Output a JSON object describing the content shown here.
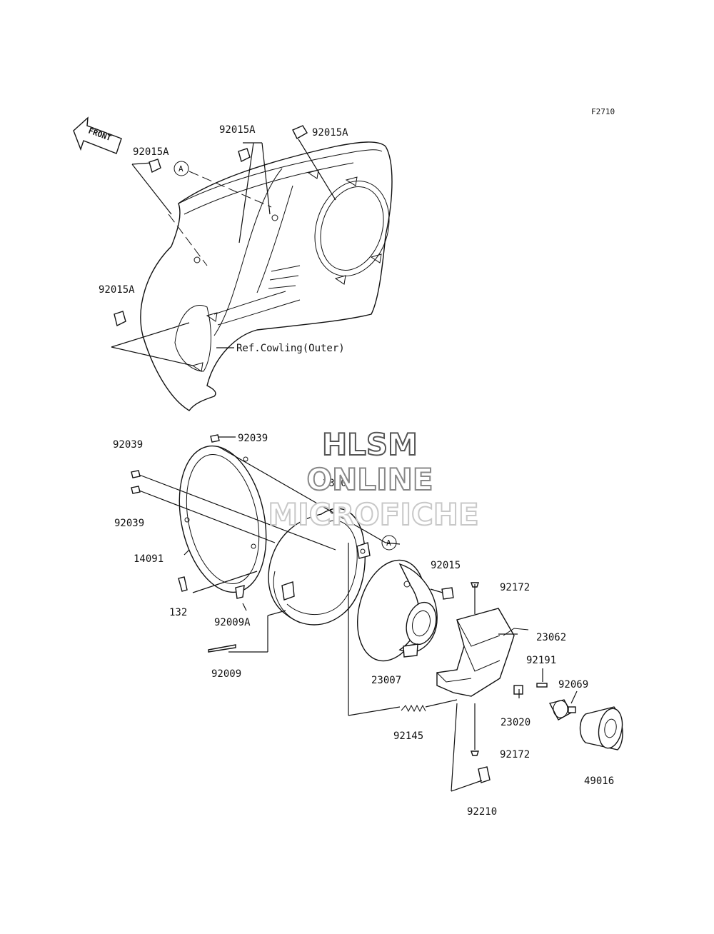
{
  "figure_code": "F2710",
  "front_arrow_text": "FRONT",
  "reference_marker": "A",
  "reference_note": "Ref.Cowling(Outer)",
  "watermark": {
    "line1": "HLSM",
    "line2": "ONLINE",
    "line3": "MICROFICHE"
  },
  "labels": {
    "p92015A_top_center": "92015A",
    "p92015A_top_right": "92015A",
    "p92015A_left": "92015A",
    "p92015A_lower_left": "92015A",
    "p92039_top": "92039",
    "p92039_left_a": "92039",
    "p92039_left_b": "92039",
    "p23006": "23006",
    "p14091": "14091",
    "p132": "132",
    "p92009A": "92009A",
    "p92009": "92009",
    "p23007": "23007",
    "p92015": "92015",
    "p92172_top": "92172",
    "p23062": "23062",
    "p92191": "92191",
    "p92069": "92069",
    "p23020": "23020",
    "p92145": "92145",
    "p92172_bottom": "92172",
    "p49016": "49016",
    "p92210": "92210"
  }
}
